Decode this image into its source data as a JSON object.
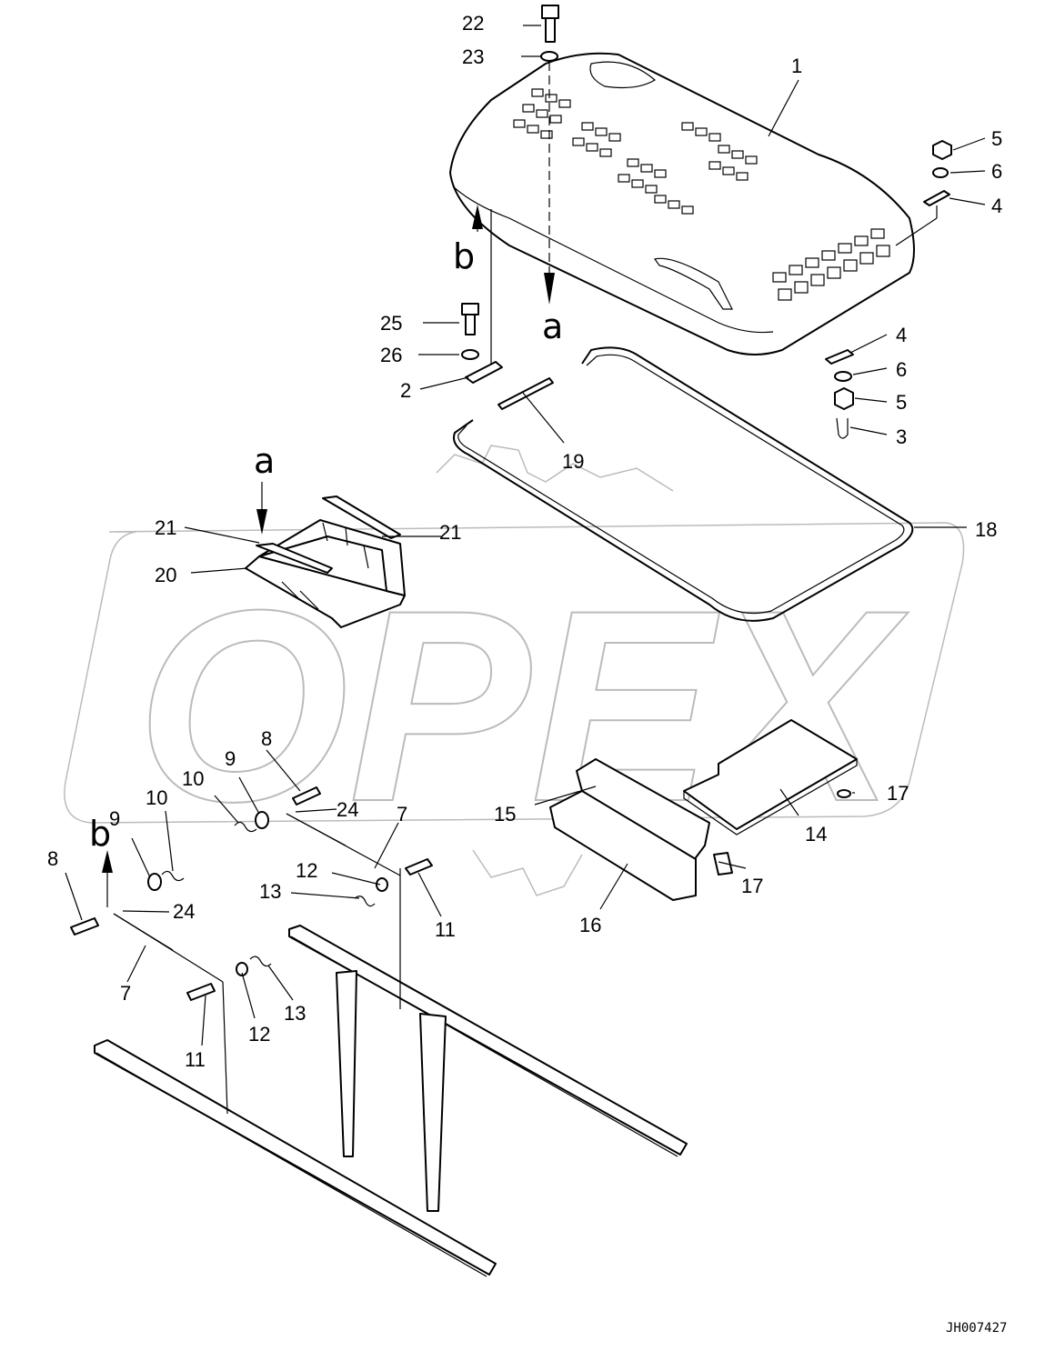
{
  "watermark": {
    "text": "OPEX"
  },
  "drawing_code": "JH007427",
  "view_markers": {
    "a_top": "a",
    "a_bottom": "a",
    "b_top": "b",
    "b_bottom": "b"
  },
  "labels": {
    "p1": "1",
    "p2": "2",
    "p3": "3",
    "p4_top": "4",
    "p4_bottom": "4",
    "p5_top": "5",
    "p5_bottom": "5",
    "p6_top": "6",
    "p6_bottom": "6",
    "p7_left": "7",
    "p7_right": "7",
    "p8_left": "8",
    "p8_right": "8",
    "p9_left": "9",
    "p9_right": "9",
    "p10_left": "10",
    "p10_right": "10",
    "p11_left": "11",
    "p11_right": "11",
    "p12_left": "12",
    "p12_right": "12",
    "p13_left": "13",
    "p13_right": "13",
    "p14": "14",
    "p15": "15",
    "p16": "16",
    "p17_top": "17",
    "p17_bottom": "17",
    "p18": "18",
    "p19": "19",
    "p20": "20",
    "p21_left": "21",
    "p21_right": "21",
    "p22": "22",
    "p23": "23",
    "p24_left": "24",
    "p24_right": "24",
    "p25": "25",
    "p26": "26"
  }
}
